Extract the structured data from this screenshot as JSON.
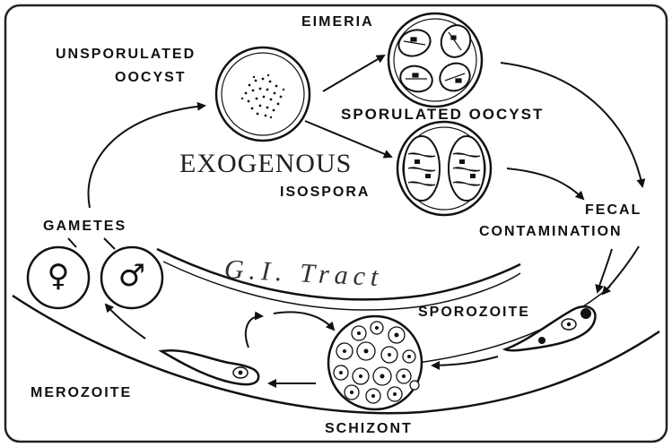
{
  "labels": {
    "eimeria": "EIMERIA",
    "unsporulated_1": "UNSPORULATED",
    "unsporulated_2": "OOCYST",
    "sporulated": "SPORULATED OOCYST",
    "exogenous": "EXOGENOUS",
    "isospora": "ISOSPORA",
    "fecal_1": "FECAL",
    "fecal_2": "CONTAMINATION",
    "gametes": "GAMETES",
    "gi_tract": "G.I. Tract",
    "sporozoite": "SPOROZOITE",
    "merozoite": "MEROZOITE",
    "schizont": "SCHIZONT"
  },
  "symbols": {
    "female": "♀",
    "male": "♂"
  }
}
